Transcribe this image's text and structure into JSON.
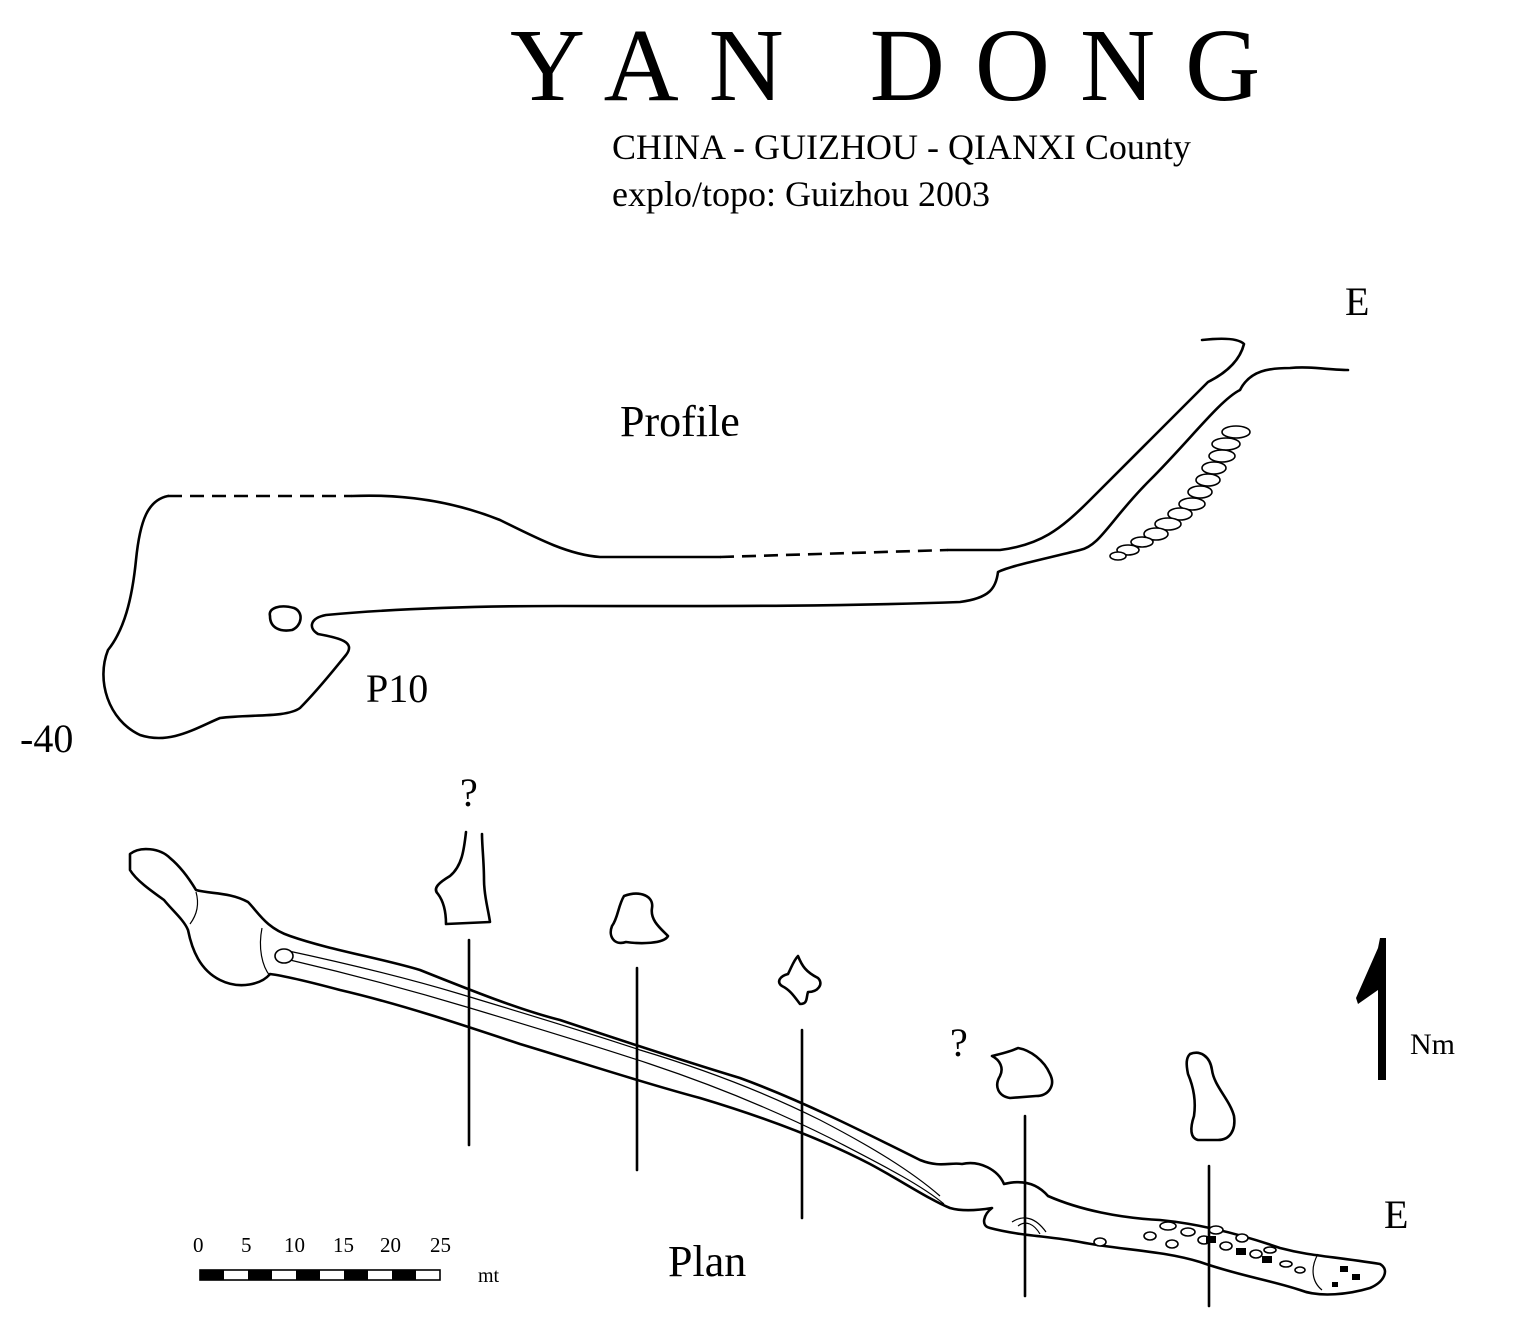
{
  "title": "YAN DONG",
  "subtitle_location": "CHINA - GUIZHOU - QIANXI County",
  "subtitle_credit": "explo/topo: Guizhou 2003",
  "profile": {
    "label": "Profile",
    "entrance_label": "E",
    "pitch_label": "P10",
    "depth_label": "-40"
  },
  "plan": {
    "label": "Plan",
    "entrance_label": "E",
    "unknown_marks": [
      "?",
      "?"
    ],
    "north_label": "Nm",
    "scale_bar": {
      "ticks": [
        "0",
        "5",
        "10",
        "15",
        "20",
        "25"
      ],
      "unit": "mt"
    }
  },
  "icons": [
    "north-arrow-icon",
    "scale-bar-icon"
  ],
  "colors": {
    "ink": "#000000",
    "paper": "#ffffff"
  }
}
